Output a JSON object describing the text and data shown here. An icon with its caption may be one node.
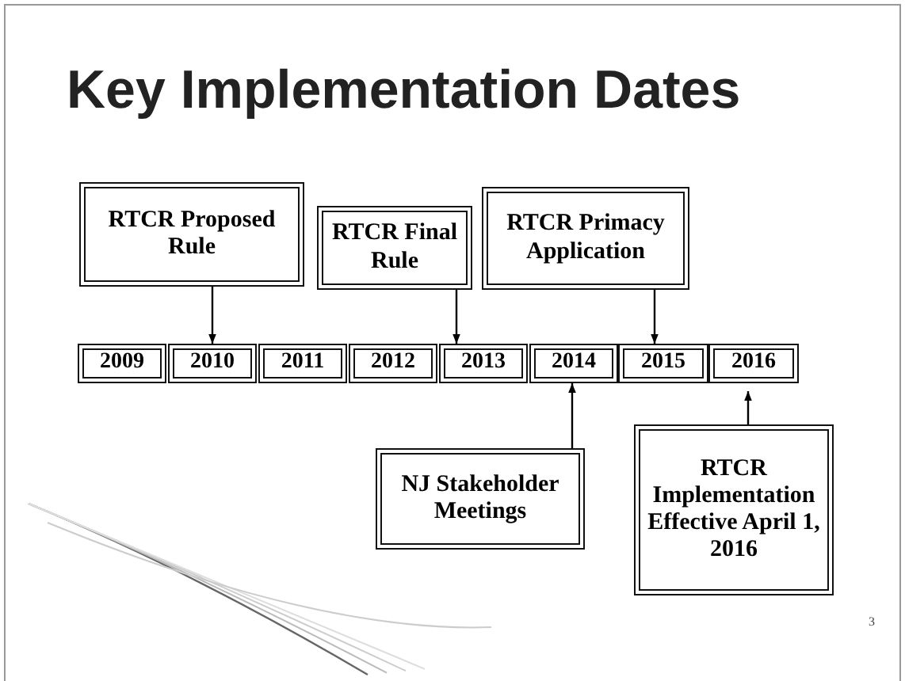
{
  "diagram": {
    "title": "Key Implementation Dates",
    "nodes": [
      {
        "text": [
          "RTCR Proposed Rule"
        ]
      },
      {
        "text": [
          "RTCR Final Rule"
        ]
      },
      {
        "text": [
          "RTCR Primacy Application"
        ]
      },
      {
        "text": [
          "2009"
        ]
      },
      {
        "text": [
          "2010"
        ]
      },
      {
        "text": [
          "2011"
        ]
      },
      {
        "text": [
          "2012"
        ]
      },
      {
        "text": [
          "2013"
        ]
      },
      {
        "text": [
          "2014"
        ]
      },
      {
        "text": [
          "2015"
        ]
      },
      {
        "text": [
          "2016"
        ]
      },
      {
        "text": [
          "NJ Stakeholder Meetings"
        ]
      },
      {
        "text": [
          "RTCR Implementation Effective April 1, 2016"
        ]
      }
    ],
    "edges": [
      {
        "from": 0,
        "to": 4,
        "arrow": "to"
      },
      {
        "from": 1,
        "to": 7,
        "arrow": "to"
      },
      {
        "from": 2,
        "to": 9,
        "arrow": "to"
      },
      {
        "from": 11,
        "to": 8,
        "arrow": "to"
      },
      {
        "from": 12,
        "to": 10,
        "arrow": "to"
      }
    ],
    "labels": [
      "3"
    ]
  }
}
